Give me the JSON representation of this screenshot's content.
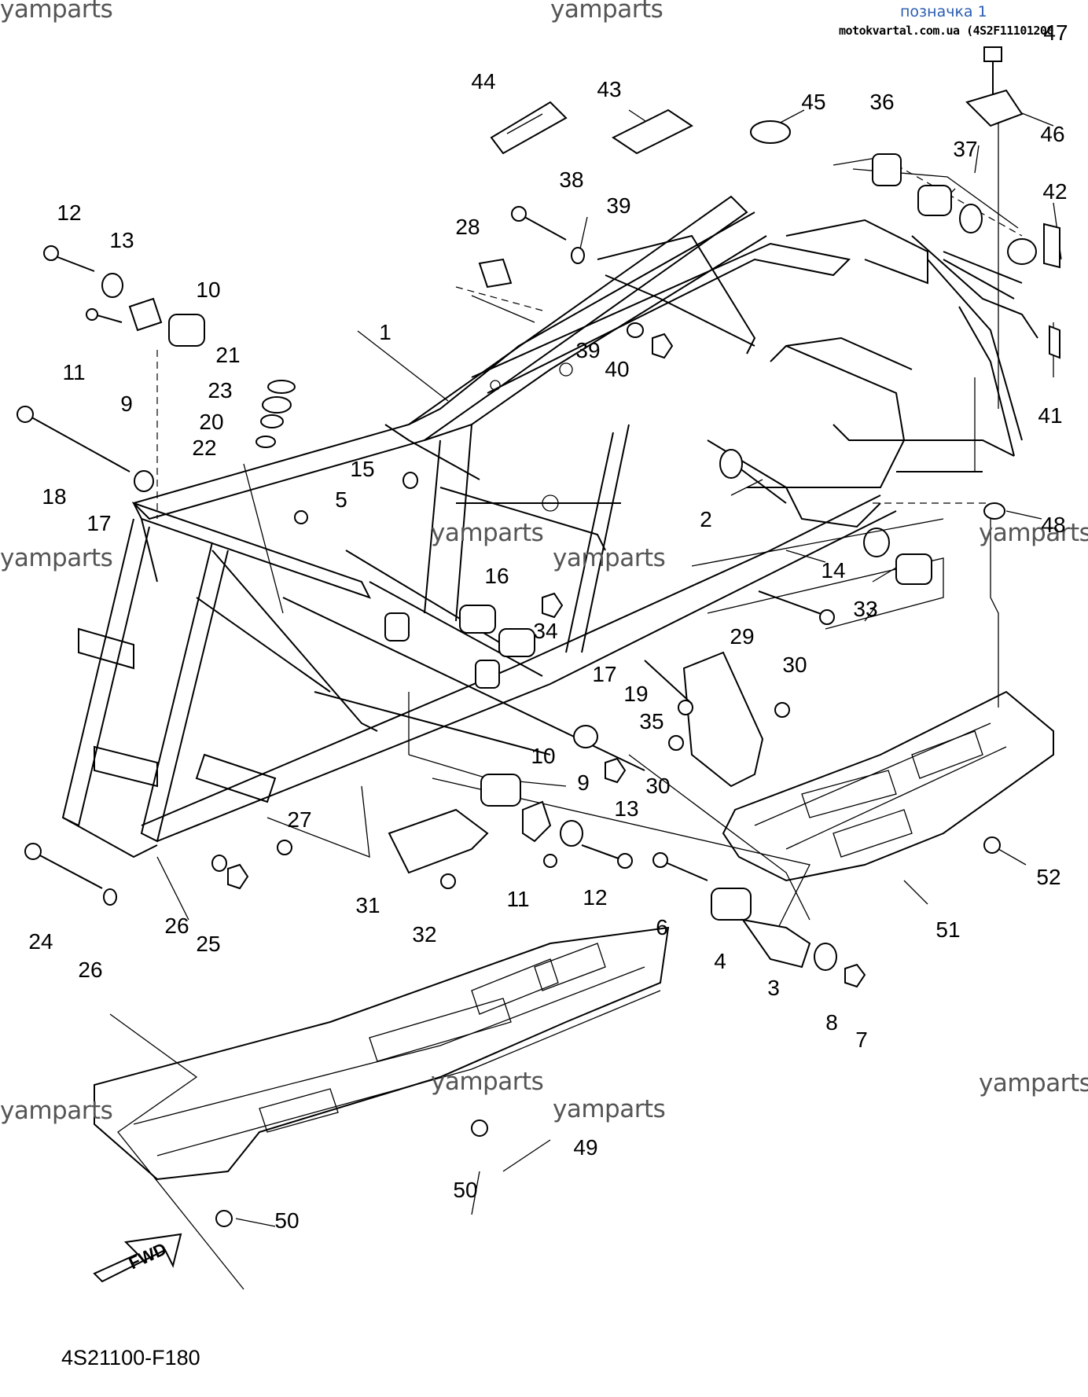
{
  "header": {
    "link_label": "позначка 1",
    "site_text": "motokvartal.com.ua (4S2F11101200"
  },
  "watermarks": [
    "yamparts",
    "yamparts",
    "yamparts",
    "yamparts",
    "yamparts",
    "yamparts",
    "yamparts",
    "yamparts",
    "yamparts",
    "yamparts"
  ],
  "diagram_code": "4S21100-F180",
  "fwd_label": "FWD",
  "callouts": [
    "47",
    "44",
    "43",
    "45",
    "36",
    "46",
    "37",
    "42",
    "38",
    "39",
    "28",
    "12",
    "13",
    "10",
    "11",
    "9",
    "1",
    "39",
    "40",
    "21",
    "23",
    "20",
    "22",
    "18",
    "17",
    "15",
    "5",
    "2",
    "48",
    "41",
    "16",
    "34",
    "14",
    "33",
    "29",
    "30",
    "17",
    "19",
    "35",
    "10",
    "9",
    "13",
    "30",
    "27",
    "31",
    "32",
    "11",
    "12",
    "6",
    "4",
    "3",
    "8",
    "7",
    "51",
    "52",
    "24",
    "26",
    "26",
    "25",
    "49",
    "50",
    "50"
  ]
}
